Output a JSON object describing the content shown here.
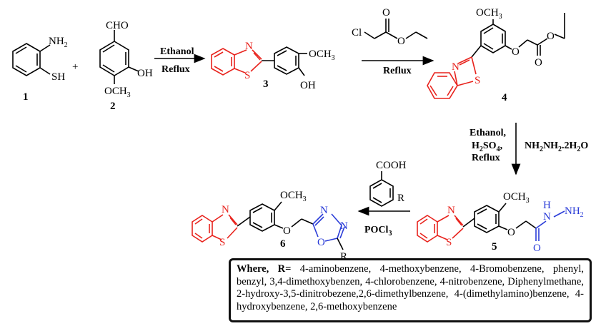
{
  "compounds": {
    "c1": {
      "number": "1",
      "nh2": "NH",
      "nh2_sub": "2",
      "sh": "SH"
    },
    "c2": {
      "number": "2",
      "cho": "CHO",
      "oh": "OH",
      "och3": "OCH",
      "och3_sub": "3"
    },
    "c3": {
      "number": "3",
      "n": "N",
      "s": "S",
      "och3": "OCH",
      "och3_sub": "3",
      "oh": "OH"
    },
    "c4": {
      "number": "4",
      "n": "N",
      "s": "S",
      "och3": "OCH",
      "och3_sub": "3",
      "o1": "O",
      "o2": "O",
      "o3": "O"
    },
    "c5": {
      "number": "5",
      "n": "N",
      "s": "S",
      "och3": "OCH",
      "och3_sub": "3",
      "o": "O",
      "co": "O",
      "nh": "N",
      "h": "H",
      "nh2": "NH",
      "nh2_sub": "2"
    },
    "c6": {
      "number": "6",
      "n": "N",
      "s": "S",
      "och3": "OCH",
      "och3_sub": "3",
      "o": "O",
      "ox_o": "O",
      "ox_n1": "N",
      "ox_n2": "N",
      "r": "R"
    }
  },
  "reagents": {
    "plus": "+",
    "chloroester_cl": "Cl",
    "chloroester_o1": "O",
    "chloroester_o2": "O",
    "benzoic_cooh": "COOH",
    "benzoic_r": "R"
  },
  "conditions": {
    "step1_top": "Ethanol",
    "step1_bottom": "Reflux",
    "step2": "Reflux",
    "step3_left1": "Ethanol,",
    "step3_left2a": "H",
    "step3_left2b": "2",
    "step3_left2c": "SO",
    "step3_left2d": "4",
    "step3_left2e": ",",
    "step3_left3": "Reflux",
    "step3_right_a": "NH",
    "step3_right_b": "2",
    "step3_right_c": "NH",
    "step3_right_d": "2",
    "step3_right_e": ".2H",
    "step3_right_f": "2",
    "step3_right_g": "O",
    "step4_a": "POCl",
    "step4_b": "3"
  },
  "r_groups": {
    "lead": "Where, R=",
    "list": " 4-aminobenzene, 4-methoxybenzene, 4-Bromobenzene, phenyl, benzyl, 3,4-dimethoxybenzen, 4-chlorobenzene, 4-nitrobenzene, Diphenylmethane, 2-hydroxy-3,5-dinitrobezene,2,6-dimethylbenzene, 4-(dimethylamino)benzene, 4-hydroxybenzene, 2,6-methoxybenzene"
  }
}
